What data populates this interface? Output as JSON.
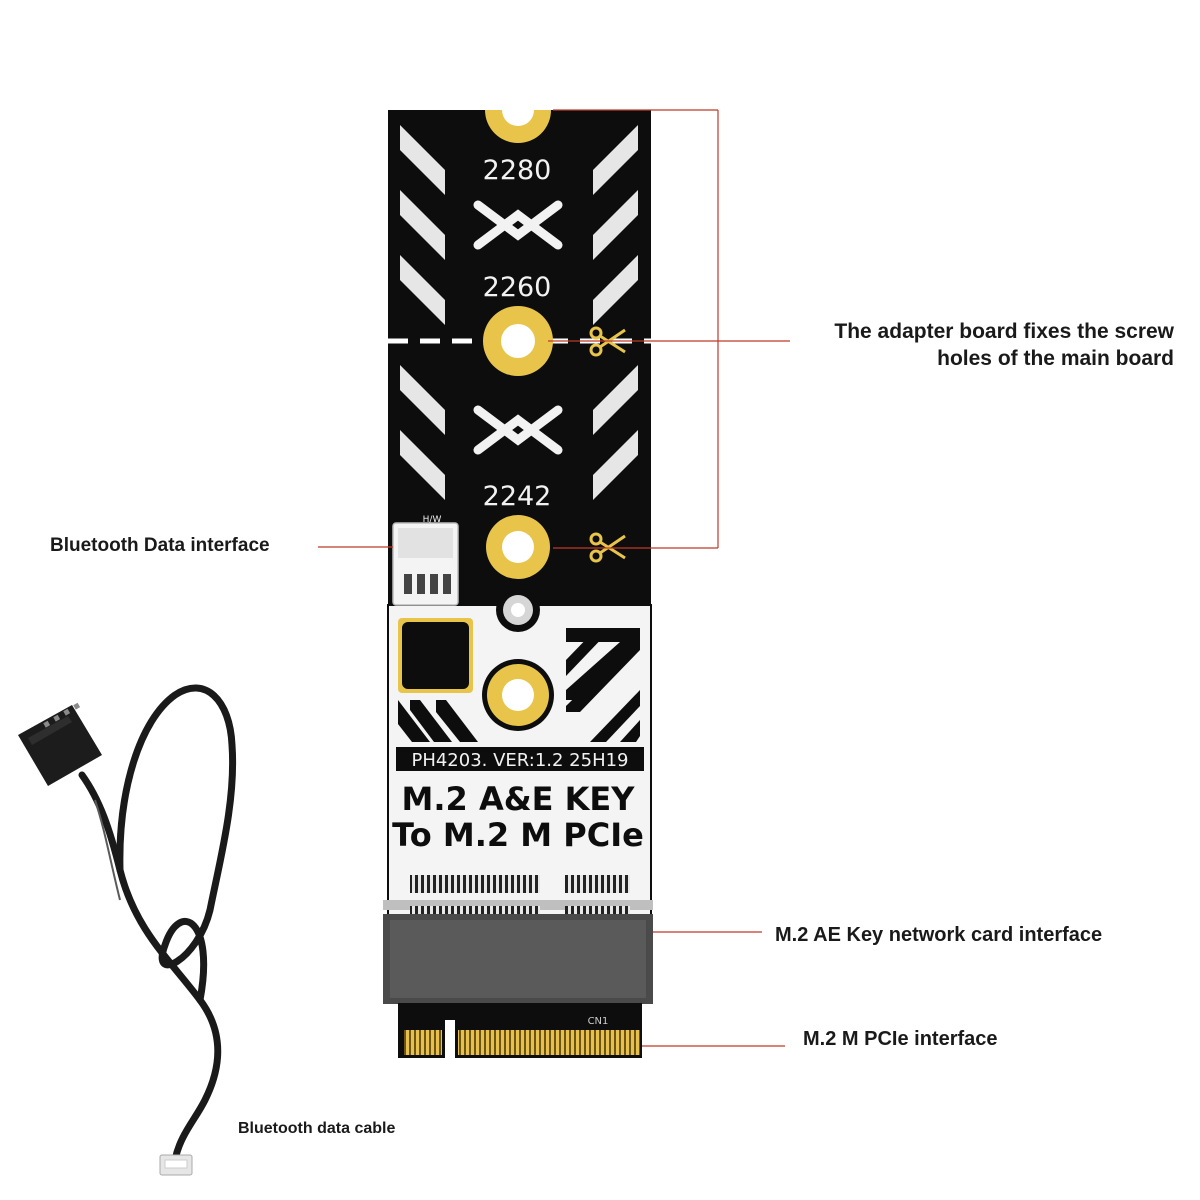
{
  "board": {
    "size_labels": [
      "2280",
      "2260",
      "2242"
    ],
    "model_line": "PH4203. VER:1.2  25H19",
    "title_line1": "M.2 A&E KEY",
    "title_line2": "To M.2 M PCIe",
    "connector_mark": "CN1",
    "header_mark": "H/W"
  },
  "callouts": {
    "screw_holes_line1": "The adapter board fixes the screw",
    "screw_holes_line2": "holes of the main board",
    "bluetooth_interface": "Bluetooth Data interface",
    "ae_key_interface": "M.2 AE Key network card interface",
    "m_pcie_interface": "M.2 M PCIe interface",
    "bluetooth_cable": "Bluetooth data cable"
  },
  "colors": {
    "pcb": "#0d0d0d",
    "silkscreen": "#f2f2f2",
    "gold": "#e8c54a",
    "leader_line": "#c0392b"
  }
}
